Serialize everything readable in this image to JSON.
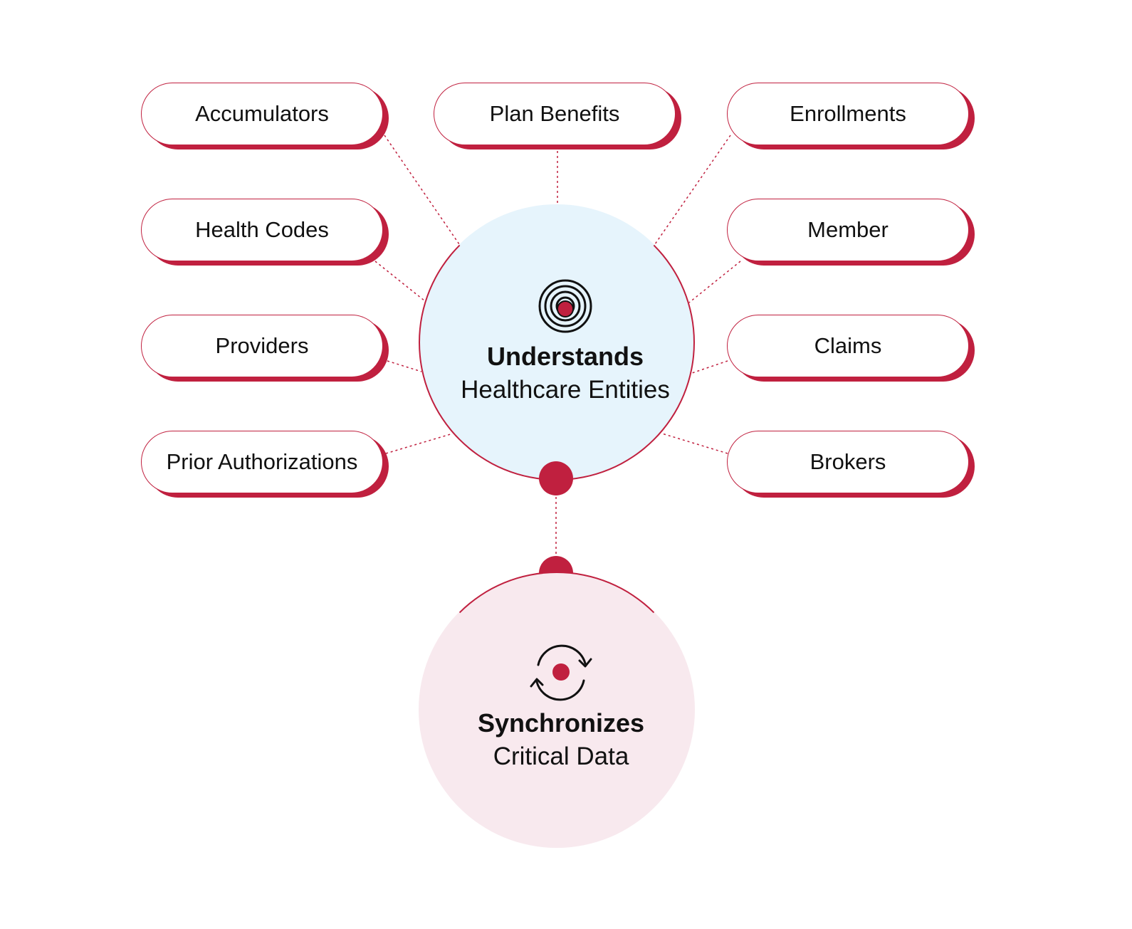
{
  "entities": [
    {
      "label": "Accumulators"
    },
    {
      "label": "Plan Benefits"
    },
    {
      "label": "Enrollments"
    },
    {
      "label": "Health Codes"
    },
    {
      "label": "Member"
    },
    {
      "label": "Providers"
    },
    {
      "label": "Claims"
    },
    {
      "label": "Prior Authorizations"
    },
    {
      "label": "Brokers"
    }
  ],
  "understands": {
    "title": "Understands",
    "subtitle": "Healthcare Entities",
    "icon": "concentric-spiral-icon"
  },
  "synchronizes": {
    "title": "Synchronizes",
    "subtitle": "Critical Data",
    "icon": "sync-arrows-icon"
  },
  "colors": {
    "accent": "#c0203f",
    "top_circle_fill": "#e6f4fc",
    "bottom_circle_fill": "#f8e9ee"
  }
}
